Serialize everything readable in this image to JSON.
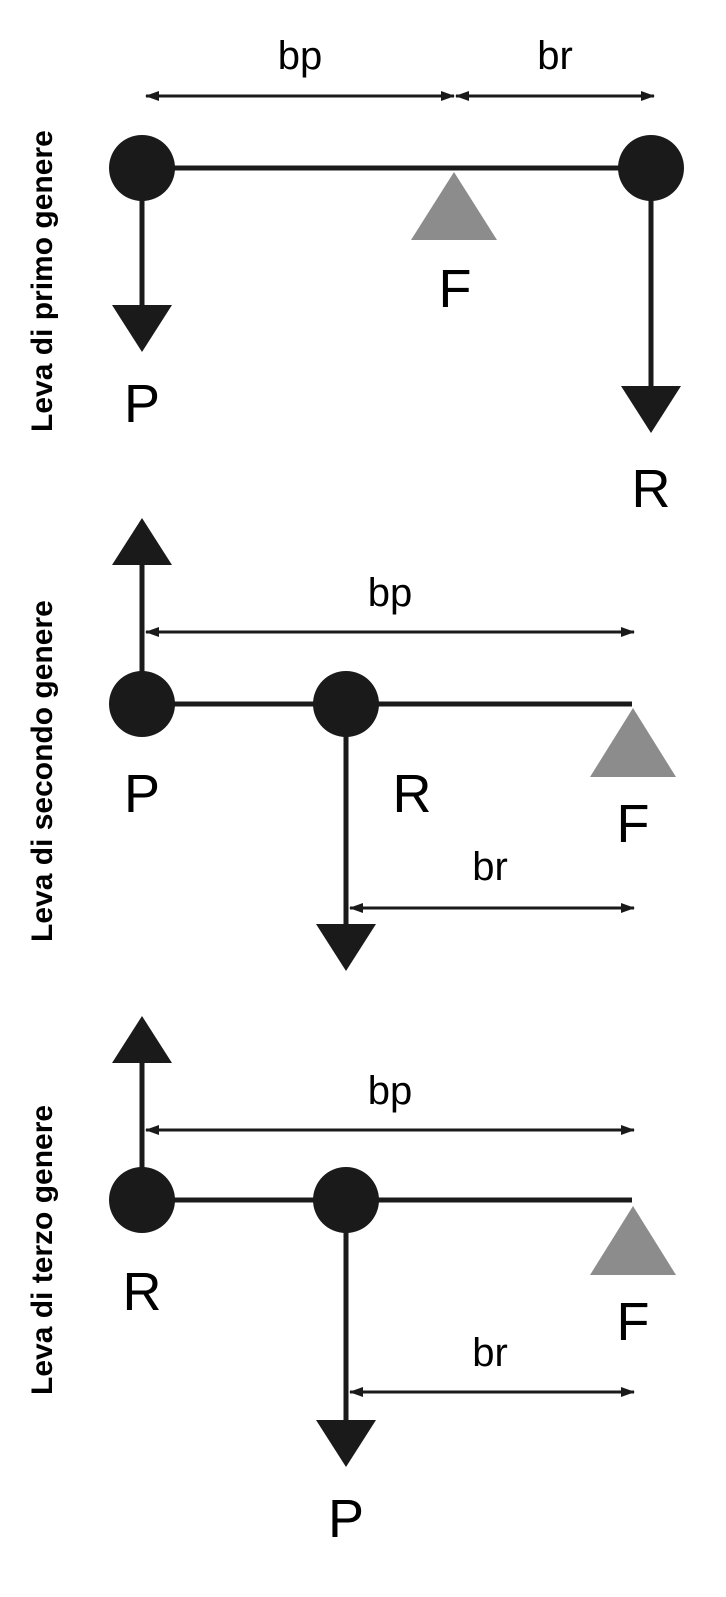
{
  "colors": {
    "ink": "#1a1a1a",
    "fulcrum": "#8c8c8c",
    "background": "#ffffff"
  },
  "levers": [
    {
      "label": "Leva di primo genere",
      "effort": "P",
      "resistance": "R",
      "fulcrum": "F",
      "effort_arm": "bp",
      "resistance_arm": "br"
    },
    {
      "label": "Leva di secondo genere",
      "effort": "P",
      "resistance": "R",
      "fulcrum": "F",
      "effort_arm": "bp",
      "resistance_arm": "br"
    },
    {
      "label": "Leva di terzo genere",
      "effort": "P",
      "resistance": "R",
      "fulcrum": "F",
      "effort_arm": "bp",
      "resistance_arm": "br"
    }
  ]
}
